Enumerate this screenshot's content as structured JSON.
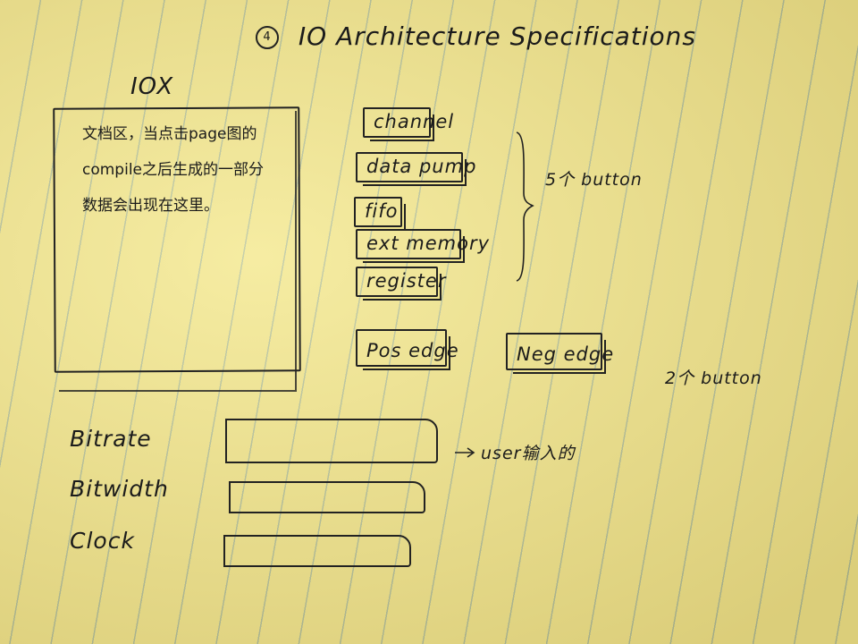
{
  "title": {
    "number": "4",
    "text": "IO Architecture Specifications"
  },
  "doc_area": {
    "label": "IOX",
    "lines": [
      "文档区，当点击page图的",
      "compile之后生成的一部分",
      "数据会出现在这里。"
    ]
  },
  "buttons": {
    "channel": "channel",
    "data_pump": "data pump",
    "fifo": "fifo",
    "ext_memory": "ext memory",
    "register": "register",
    "pos_edge": "Pos edge",
    "neg_edge": "Neg edge"
  },
  "notes": {
    "five_buttons": "5个 button",
    "two_buttons": "2个 button",
    "user_input": "user输入的"
  },
  "fields": {
    "bitrate": {
      "label": "Bitrate",
      "value": ""
    },
    "bitwidth": {
      "label": "Bitwidth",
      "value": ""
    },
    "clock": {
      "label": "Clock",
      "value": ""
    }
  }
}
